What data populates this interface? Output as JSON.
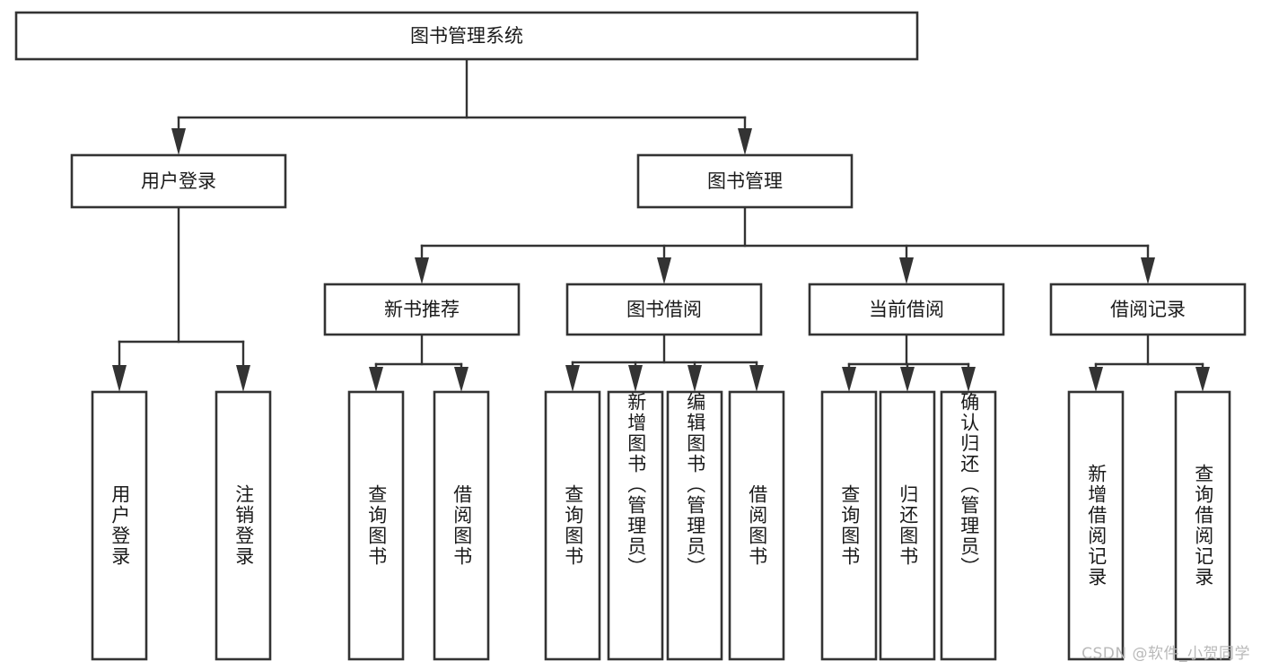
{
  "diagram": {
    "title": "图书管理系统",
    "type": "hierarchy-tree",
    "orientation": "top-down",
    "colors": {
      "box_stroke": "#333333",
      "box_fill": "#ffffff",
      "text": "#1a1a1a",
      "background": "#ffffff",
      "watermark": "#b9b9b9"
    }
  },
  "root": {
    "label": "图书管理系统"
  },
  "level2": [
    {
      "label": "用户登录"
    },
    {
      "label": "图书管理"
    }
  ],
  "level3": [
    {
      "label": "新书推荐"
    },
    {
      "label": "图书借阅"
    },
    {
      "label": "当前借阅"
    },
    {
      "label": "借阅记录"
    }
  ],
  "leaves": {
    "user_login": [
      {
        "label": "用户登录"
      },
      {
        "label": "注销登录"
      }
    ],
    "new_book_recommend": [
      {
        "label": "查询图书"
      },
      {
        "label": "借阅图书"
      }
    ],
    "book_borrow": [
      {
        "label": "查询图书"
      },
      {
        "label": "新增图书（管理员）"
      },
      {
        "label": "编辑图书（管理员）"
      },
      {
        "label": "借阅图书"
      }
    ],
    "current_borrow": [
      {
        "label": "查询图书"
      },
      {
        "label": "归还图书"
      },
      {
        "label": "确认归还（管理员）"
      }
    ],
    "borrow_record": [
      {
        "label": "新增借阅记录"
      },
      {
        "label": "查询借阅记录"
      }
    ]
  },
  "watermark": {
    "text": "CSDN @软件_小贺同学"
  }
}
